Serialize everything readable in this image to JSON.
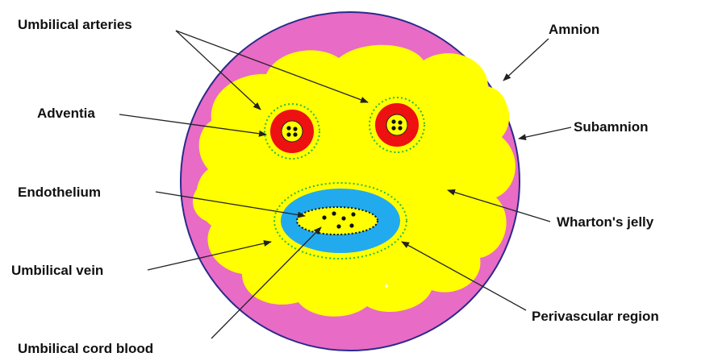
{
  "labels": {
    "umbilical_arteries": "Umbilical arteries",
    "adventia": "Adventia",
    "endothelium": "Endothelium",
    "umbilical_vein": "Umbilical vein",
    "umbilical_cord_blood": "Umbilical cord blood",
    "amnion": "Amnion",
    "subamnion": "Subamnion",
    "whartons_jelly": "Wharton's jelly",
    "perivascular_region": "Perivascular region"
  },
  "colors": {
    "amnion_ring": "#e86bc6",
    "amnion_border": "#2a2a8a",
    "whartons_jelly": "#ffff00",
    "artery_wall": "#ee1111",
    "vein_wall": "#22aaee",
    "perivascular_dots": "#22bb44",
    "lumen": "#ffff00",
    "blood_cells": "#111111"
  }
}
